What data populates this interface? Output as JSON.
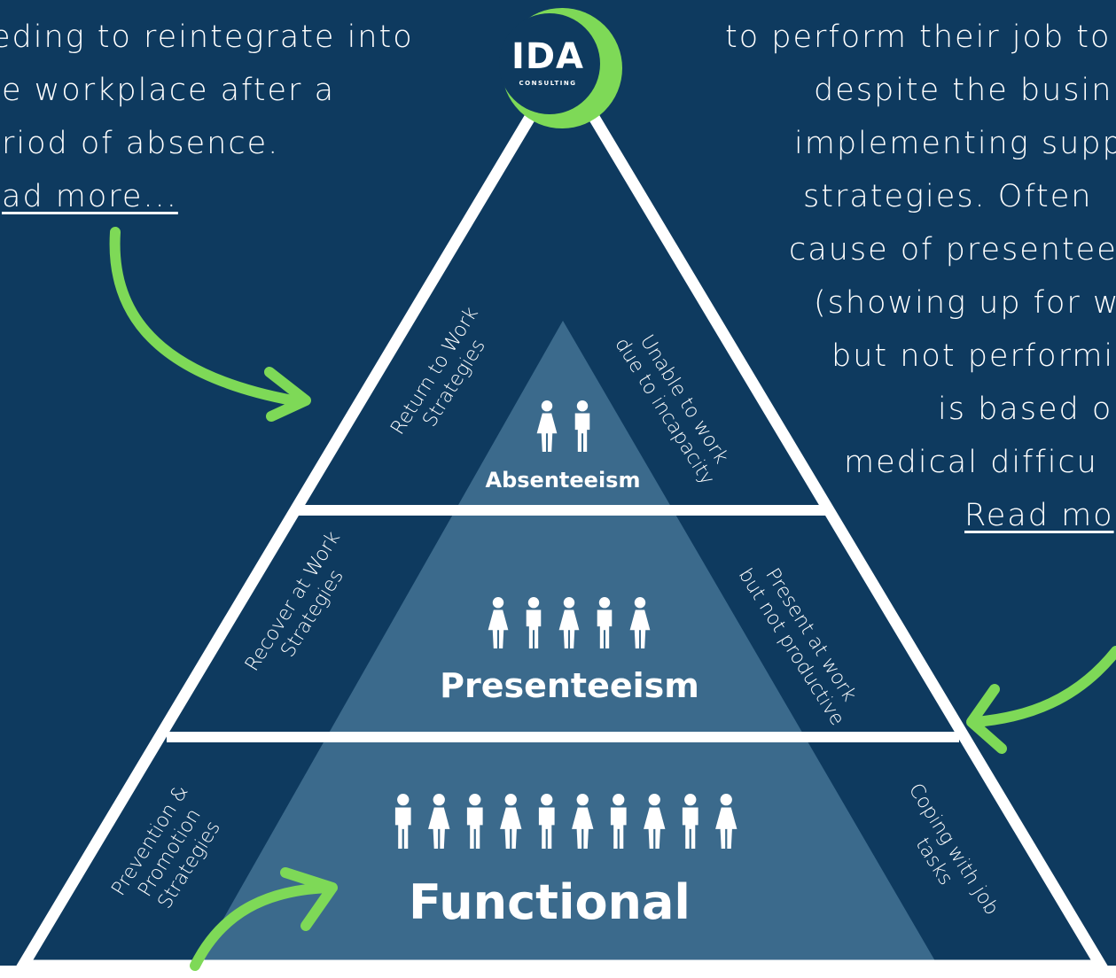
{
  "left_text": {
    "lines": [
      "eding to reintegrate into",
      "e workplace after a",
      "riod of absence."
    ],
    "link": "ad more..."
  },
  "right_text": {
    "lines": [
      "to perform their job to",
      "despite the busin",
      "implementing supp",
      "strategies. Often",
      "cause of presentee",
      "(showing up for w",
      "but not performi",
      "is based o",
      "medical  difficu"
    ],
    "link": "Read mo"
  },
  "logo": {
    "name": "IDA",
    "sub": "CONSULTING"
  },
  "tiers": {
    "top": {
      "label": "Absenteeism",
      "left_strategy": [
        "Return to Work",
        "Strategies"
      ],
      "right_desc": [
        "Unable to work",
        "due to incapacity"
      ],
      "people": 2
    },
    "middle": {
      "label": "Presenteeism",
      "left_strategy": [
        "Recover at Work",
        "Strategies"
      ],
      "right_desc": [
        "Present at work",
        "but not productive"
      ],
      "people": 5
    },
    "bottom": {
      "label": "Functional",
      "left_strategy": [
        "Prevention &",
        "Promotion",
        "Strategies"
      ],
      "right_desc": [
        "Coping with job",
        "tasks"
      ],
      "people": 10
    }
  },
  "colors": {
    "background": "#0e3a5f",
    "inner": "#3b6a8c",
    "accent": "#7ed957",
    "white": "#ffffff"
  },
  "icons": [
    "person-male-icon",
    "person-female-icon",
    "curved-arrow-icon"
  ]
}
